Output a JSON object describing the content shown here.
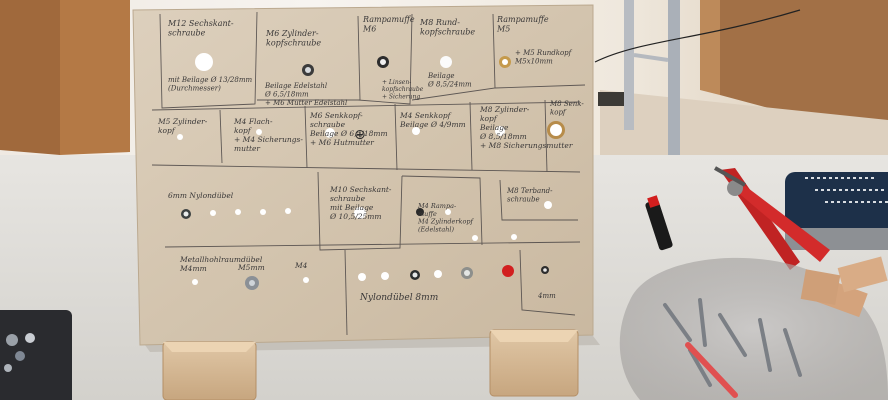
{
  "board": {
    "labels": [
      {
        "key": "m12",
        "lines": [
          "M12 Sechskant-",
          "schraube"
        ]
      },
      {
        "key": "m12b",
        "lines": [
          "mit Beilage Ø 13/28mm",
          "(Durchmesser)"
        ]
      },
      {
        "key": "m6z",
        "lines": [
          "M6 Zylinder-",
          "kopfschraube"
        ]
      },
      {
        "key": "m6zb",
        "lines": [
          "Beilage Edelstahl",
          "Ø 6,5/18mm",
          "+ M6 Mutter Edelstahl"
        ]
      },
      {
        "key": "ramp6",
        "lines": [
          "Rampamuffe",
          "M6"
        ]
      },
      {
        "key": "ramp6b",
        "lines": [
          "+ Linsen-",
          "kopfschraube",
          "+ Sicherung"
        ]
      },
      {
        "key": "m8r",
        "lines": [
          "M8 Rund-",
          "kopfschraube"
        ]
      },
      {
        "key": "m8rb",
        "lines": [
          "Beilage",
          "Ø 8,5/24mm"
        ]
      },
      {
        "key": "ramp5",
        "lines": [
          "Rampamuffe",
          "M5"
        ]
      },
      {
        "key": "ramp5b",
        "lines": [
          "+ M5 Rundkopf",
          "M5x10mm"
        ]
      },
      {
        "key": "m5z",
        "lines": [
          "M5 Zylinder-",
          "kopf"
        ]
      },
      {
        "key": "m4f",
        "lines": [
          "M4 Flach-",
          "kopf",
          "+ M4 Sicherungs-",
          "mutter"
        ]
      },
      {
        "key": "m6s",
        "lines": [
          "M6 Senkkopf-",
          "schraube",
          "Beilage Ø 6,5/18mm",
          "+ M6 Hutmutter"
        ]
      },
      {
        "key": "m4s",
        "lines": [
          "M4 Senkkopf",
          "Beilage Ø 4/9mm"
        ]
      },
      {
        "key": "m8z",
        "lines": [
          "M8 Zylinder-",
          "kopf",
          "Beilage",
          "Ø 8,5/18mm",
          "+ M8 Sicherungsmutter"
        ]
      },
      {
        "key": "m8sk",
        "lines": [
          "M8 Senk-",
          "kopf"
        ]
      },
      {
        "key": "nyl6",
        "lines": [
          "6mm Nylondübel"
        ]
      },
      {
        "key": "m10",
        "lines": [
          "M10 Sechskant-",
          "schraube",
          "mit Beilage",
          "Ø 10,5/25mm"
        ]
      },
      {
        "key": "m4r",
        "lines": [
          "M4 Rampa-",
          "muffe",
          "M4 Zylinderkopf",
          "(Edelstahl)"
        ]
      },
      {
        "key": "m8t",
        "lines": [
          "M8 Terband-",
          "schraube"
        ]
      },
      {
        "key": "metal",
        "lines": [
          "Metallhohlraumdübel",
          "M4mm"
        ]
      },
      {
        "key": "m5mm",
        "lines": [
          "M5mm"
        ]
      },
      {
        "key": "m4",
        "lines": [
          "M4"
        ]
      },
      {
        "key": "nyl8",
        "lines": [
          "Nylondübel 8mm"
        ]
      },
      {
        "key": "4mm",
        "lines": [
          "4mm"
        ]
      }
    ]
  }
}
